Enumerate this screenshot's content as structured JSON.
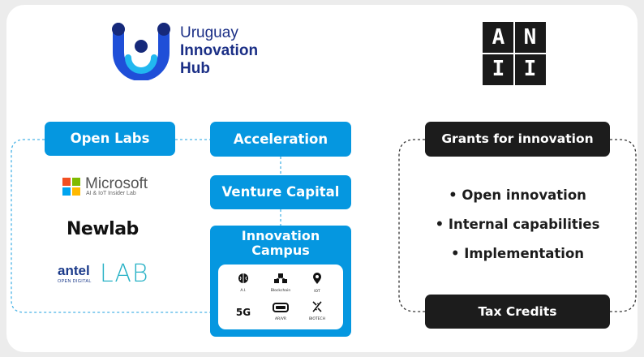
{
  "hub_logo": {
    "line1": "Uruguay",
    "line2": "Innovation",
    "line3": "Hub"
  },
  "anii_logo": {
    "letters": [
      "A",
      "N",
      "I",
      "I"
    ]
  },
  "left_group": {
    "open_labs": "Open Labs",
    "acceleration": "Acceleration",
    "venture_capital": "Venture Capital",
    "campus_title_line1": "Innovation",
    "campus_title_line2": "Campus",
    "campus_icons": [
      {
        "icon": "brain-icon",
        "caption": "A.I."
      },
      {
        "icon": "blockchain-icon",
        "caption": "Blockchain"
      },
      {
        "icon": "location-pin-icon",
        "caption": "IOT"
      },
      {
        "icon": "5g-icon",
        "label": "5G"
      },
      {
        "icon": "vr-headset-icon",
        "caption": "AR/VR"
      },
      {
        "icon": "dna-icon",
        "caption": "BIOTECH"
      }
    ],
    "partners": {
      "microsoft": "Microsoft",
      "microsoft_sub": "AI & IoT Insider Lab",
      "newlab": "Newlab",
      "antel": "antel",
      "antel_sub": "OPEN DIGITAL",
      "lab": "LAB"
    }
  },
  "right_group": {
    "grants": "Grants for innovation",
    "bullets": [
      "• Open innovation",
      "• Internal capabilities",
      "• Implementation"
    ],
    "tax_credits": "Tax Credits"
  },
  "colors": {
    "blue": "#0597e0",
    "navy": "#1b2f86",
    "dark": "#1c1c1c",
    "dash": "#4ab3e6"
  }
}
